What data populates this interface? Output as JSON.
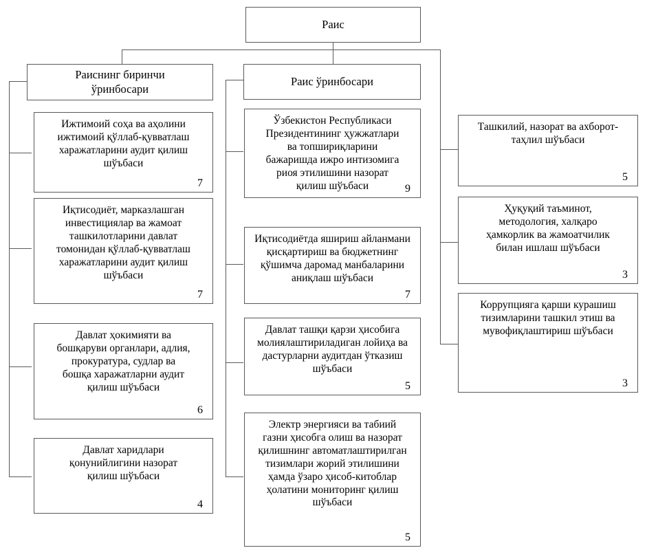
{
  "diagram": {
    "title_root": "Раис",
    "colors": {
      "line": "#59595b",
      "box_border": "#59595b",
      "background": "#ffffff",
      "text": "#000000"
    },
    "root": {
      "label": "Раис"
    },
    "deputies": [
      {
        "label": "Раиснинг биринчи\nўринбосари"
      },
      {
        "label": "Раис ўринбосари"
      }
    ],
    "columns": {
      "left": [
        {
          "label": "Ижтимоий соҳа ва аҳолини\nижтимоий қўллаб-қувватлаш\nхаражатларини аудит қилиш\nшўъбаси",
          "count": "7"
        },
        {
          "label": "Иқтисодиёт, марказлашган\nинвестициялар ва жамоат\nташкилотларини давлат\nтомонидан қўллаб-қувватлаш\nхаражатларини аудит қилиш\nшўъбаси",
          "count": "7"
        },
        {
          "label": "Давлат ҳокимияти ва\nбошқаруви органлари, адлия,\nпрокуратура, судлар ва\nбошқа харажатларни аудит\nқилиш шўъбаси",
          "count": "6"
        },
        {
          "label": "Давлат харидлари\nқонунийлигини назорат\nқилиш шўъбаси",
          "count": "4"
        }
      ],
      "middle": [
        {
          "label": "Ўзбекистон Республикаси\nПрезидентининг ҳужжатлари\nва топшириқларини\nбажаришда ижро интизомига\nриоя этилишини назорат\nқилиш шўъбаси",
          "count": "9"
        },
        {
          "label": "Иқтисодиётда яшириш айланмани\nқисқартириш ва бюджетнинг\nқўшимча даромад манбаларини\nаниқлаш шўъбаси",
          "count": "7"
        },
        {
          "label": "Давлат ташқи қарзи ҳисобига\nмолиялаштириладиган лойиҳа ва\nдастурларни аудитдан ўтказиш\nшўъбаси",
          "count": "5"
        },
        {
          "label": "Электр энергияси ва табиий\nгазни ҳисобга олиш ва назорат\nқилишнинг автоматлаштирилган\nтизимлари жорий этилишини\nҳамда ўзаро ҳисоб-китоблар\nҳолатини мониторинг қилиш\nшўъбаси",
          "count": "5"
        }
      ],
      "right": [
        {
          "label": "Ташкилий, назорат ва ахборот-\nтаҳлил шўъбаси",
          "count": "5"
        },
        {
          "label": "Ҳуқуқий таъминот,\nметодология, халқаро\nҳамкорлик ва жамоатчилик\nбилан ишлаш шўъбаси",
          "count": "3"
        },
        {
          "label": "Коррупцияга қарши курашиш\nтизимларини ташкил этиш ва\nмувофиқлаштириш шўъбаси",
          "count": "3"
        }
      ]
    }
  }
}
